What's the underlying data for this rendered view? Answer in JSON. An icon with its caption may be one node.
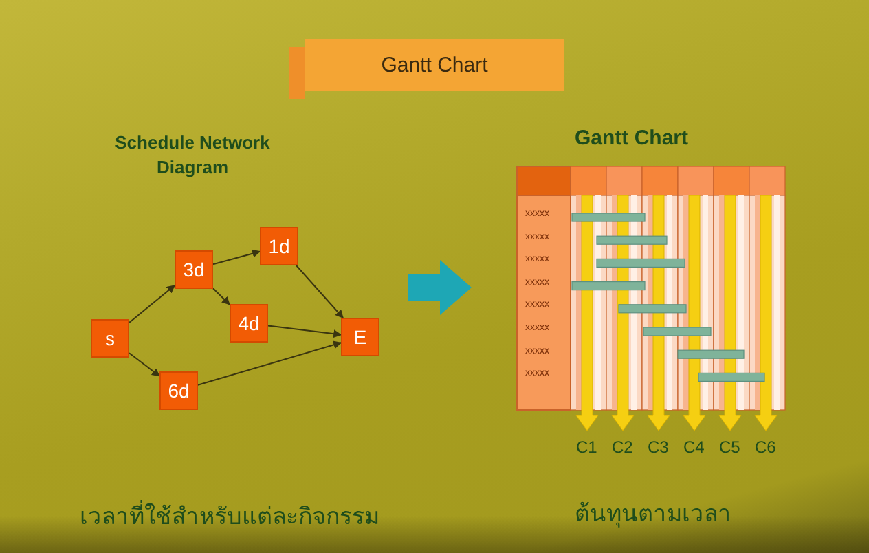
{
  "diagram": {
    "title": "Gantt Chart",
    "nodes": [
      {
        "text": [
          "s"
        ]
      },
      {
        "text": [
          "3d"
        ]
      },
      {
        "text": [
          "1d"
        ]
      },
      {
        "text": [
          "4d"
        ]
      },
      {
        "text": [
          "E"
        ]
      },
      {
        "text": [
          "6d"
        ]
      }
    ],
    "edges": [
      {
        "from": 0,
        "to": 1,
        "arrow": "to"
      },
      {
        "from": 1,
        "to": 2,
        "arrow": "to"
      },
      {
        "from": 1,
        "to": 3,
        "arrow": "to"
      },
      {
        "from": 2,
        "to": 4,
        "arrow": "to"
      },
      {
        "from": 3,
        "to": 4,
        "arrow": "to"
      },
      {
        "from": 0,
        "to": 5,
        "arrow": "to"
      },
      {
        "from": 5,
        "to": 4,
        "arrow": "to"
      }
    ],
    "labels": [
      "Schedule Network Diagram",
      "Gantt Chart",
      "xxxxx",
      "xxxxx",
      "xxxxx",
      "xxxxx",
      "xxxxx",
      "xxxxx",
      "xxxxx",
      "xxxxx",
      "C1",
      "C2",
      "C3",
      "C4",
      "C5",
      "C6",
      "เวลาที่ใช้สำหรับแต่ละกิจกรรม",
      "ต้นทุนตามเวลา"
    ]
  }
}
